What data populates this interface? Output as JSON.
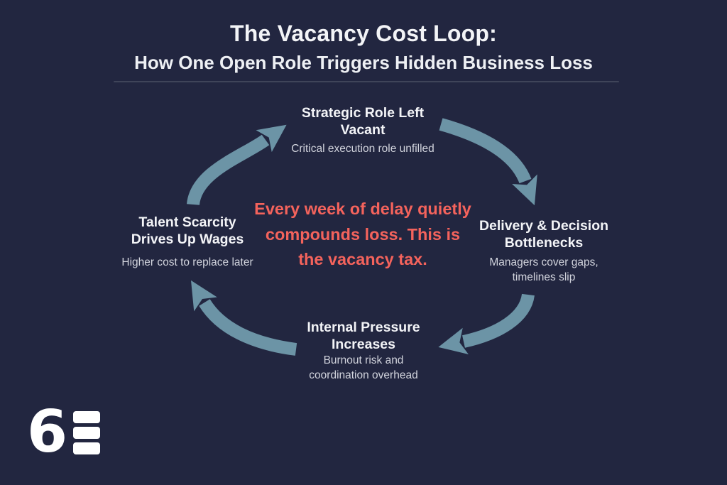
{
  "header": {
    "title": "The Vacancy Cost Loop:",
    "subtitle": "How One Open Role Triggers Hidden Business Loss"
  },
  "loop": {
    "direction": "clockwise",
    "nodes": [
      {
        "position": "top",
        "title": "Strategic Role Left Vacant",
        "description": "Critical execution role unfilled"
      },
      {
        "position": "right",
        "title": "Delivery & Decision Bottlenecks",
        "description": "Managers cover gaps, timelines slip"
      },
      {
        "position": "bottom",
        "title": "Internal Pressure Increases",
        "description": "Burnout risk and coordination overhead"
      },
      {
        "position": "left",
        "title": "Talent Scarcity Drives Up Wages",
        "description": "Higher cost to replace later"
      }
    ]
  },
  "center_message": "Every week of delay quietly compounds loss. This is the vacancy tax.",
  "logo": {
    "glyph": "6"
  },
  "colors": {
    "background": "#222640",
    "arrow": "#6c94a6",
    "accent": "#f4635c",
    "heading_text": "#f3f4f7",
    "muted_text": "#d2d4dd"
  }
}
